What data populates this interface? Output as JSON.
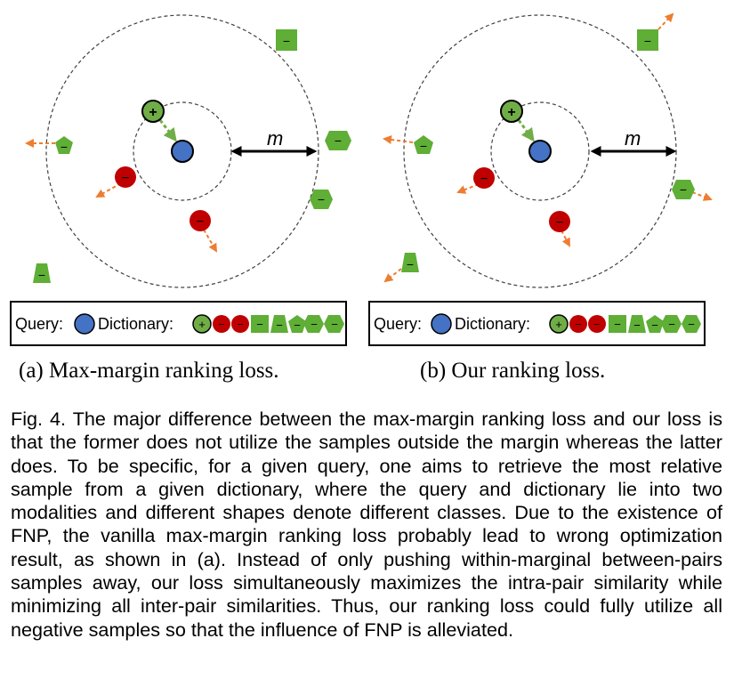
{
  "colors": {
    "query_blue": "#4472c4",
    "positive_green": "#70ad47",
    "negative_red": "#c00000",
    "class_green": "#5fae36",
    "arrow_orange": "#ed7d31",
    "margin_arrow": "#000000"
  },
  "panels": [
    {
      "id": "a",
      "margin_label": "m",
      "legend": {
        "query_label": "Query:",
        "dictionary_label": "Dictionary:"
      },
      "caption": "(a) Max-margin ranking loss."
    },
    {
      "id": "b",
      "margin_label": "m",
      "legend": {
        "query_label": "Query:",
        "dictionary_label": "Dictionary:"
      },
      "caption": "(b) Our ranking loss."
    }
  ],
  "symbols": {
    "positive": "+",
    "negative": "−"
  },
  "figure_caption": "Fig. 4. The major difference between the max-margin ranking loss and our loss is that the former does not utilize the samples outside the margin whereas the latter does. To be specific, for a given query, one aims to retrieve the most relative sample from a given dictionary, where the query and dictionary lie into two modalities and different shapes denote different classes. Due to the existence of FNP, the vanilla max-margin ranking loss probably lead to wrong optimization result, as shown in (a). Instead of only pushing within-marginal between-pairs samples away, our loss simultaneously maximizes the intra-pair similarity while minimizing all inter-pair similarities. Thus, our ranking loss could fully utilize all negative samples so that the influence of FNP is alleviated."
}
